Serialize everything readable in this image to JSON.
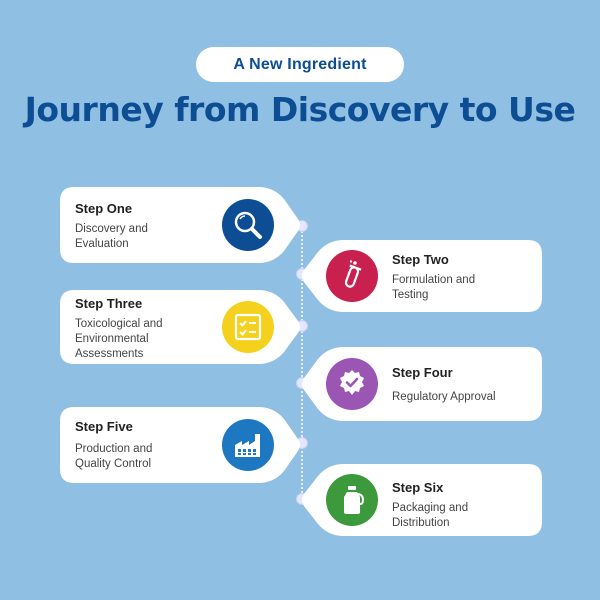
{
  "header": {
    "subtitle": "A New Ingredient",
    "title": "Journey from Discovery to Use"
  },
  "steps": [
    {
      "title": "Step One",
      "desc_lines": [
        "Discovery and",
        "Evaluation"
      ],
      "icon": "magnifier-icon",
      "color": "#0d4d94"
    },
    {
      "title": "Step Two",
      "desc_lines": [
        "Formulation and",
        "Testing"
      ],
      "icon": "test-tube-icon",
      "color": "#c8204f"
    },
    {
      "title": "Step Three",
      "desc_lines": [
        "Toxicological and",
        "Environmental",
        "Assessments"
      ],
      "icon": "checklist-icon",
      "color": "#f3d11c"
    },
    {
      "title": "Step Four",
      "desc_lines": [
        "Regulatory Approval"
      ],
      "icon": "approval-badge-icon",
      "color": "#9b56b4"
    },
    {
      "title": "Step Five",
      "desc_lines": [
        "Production and",
        "Quality Control"
      ],
      "icon": "factory-icon",
      "color": "#1d78c1"
    },
    {
      "title": "Step Six",
      "desc_lines": [
        "Packaging and",
        "Distribution"
      ],
      "icon": "bottle-icon",
      "color": "#3c9a3c"
    }
  ]
}
